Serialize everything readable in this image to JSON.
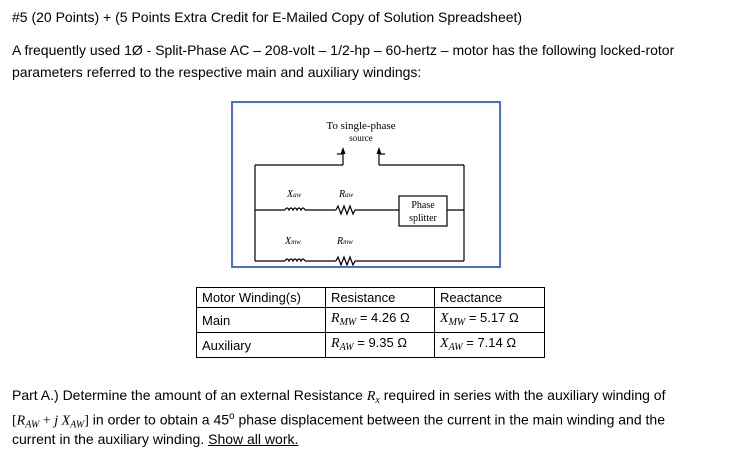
{
  "problem": {
    "header": "#5 (20 Points) + (5 Points Extra Credit for E-Mailed Copy of Solution Spreadsheet)",
    "intro_line1": "A frequently used 1Ø - Split-Phase AC – 208-volt – 1/2-hp – 60-hertz – motor has the following locked-rotor",
    "intro_line2": "parameters referred to the respective main and auxiliary windings:"
  },
  "diagram": {
    "source_label_line1": "To single-phase",
    "source_label_line2": "source",
    "x_aux": "X",
    "x_aux_sub": "aw",
    "r_aux": "R",
    "r_aux_sub": "aw",
    "x_main": "X",
    "x_main_sub": "mw",
    "r_main": "R",
    "r_main_sub": "mw",
    "splitter_line1": "Phase",
    "splitter_line2": "splitter"
  },
  "table": {
    "headers": [
      "Motor Winding(s)",
      "Resistance",
      "Reactance"
    ],
    "rows": [
      {
        "winding": "Main",
        "r_sym": "R",
        "r_sub": "MW",
        "r_val": " = 4.26 Ω",
        "x_sym": "X",
        "x_sub": "MW",
        "x_val": " = 5.17 Ω"
      },
      {
        "winding": "Auxiliary",
        "r_sym": "R",
        "r_sub": "AW",
        "r_val": " =  9.35 Ω",
        "x_sym": "X",
        "x_sub": "AW",
        "x_val": " = 7.14  Ω"
      }
    ]
  },
  "part_a": {
    "line1_a": "Part A.) Determine the amount of an external Resistance ",
    "line1_sym": "R",
    "line1_sub": "x",
    "line1_b": " required in series with the auxiliary winding of",
    "line2_open": "[",
    "line2_r": "R",
    "line2_r_sub": "AW",
    "line2_plus": " + ",
    "line2_j": "j",
    "line2_x": " X",
    "line2_x_sub": "AW",
    "line2_close": "]",
    "line2_text_a": " in order to obtain a 45",
    "line2_deg": "o",
    "line2_text_b": " phase displacement between the current in the main winding and the",
    "line3_text": "current in the auxiliary winding.  ",
    "line3_emph": "Show all work."
  }
}
